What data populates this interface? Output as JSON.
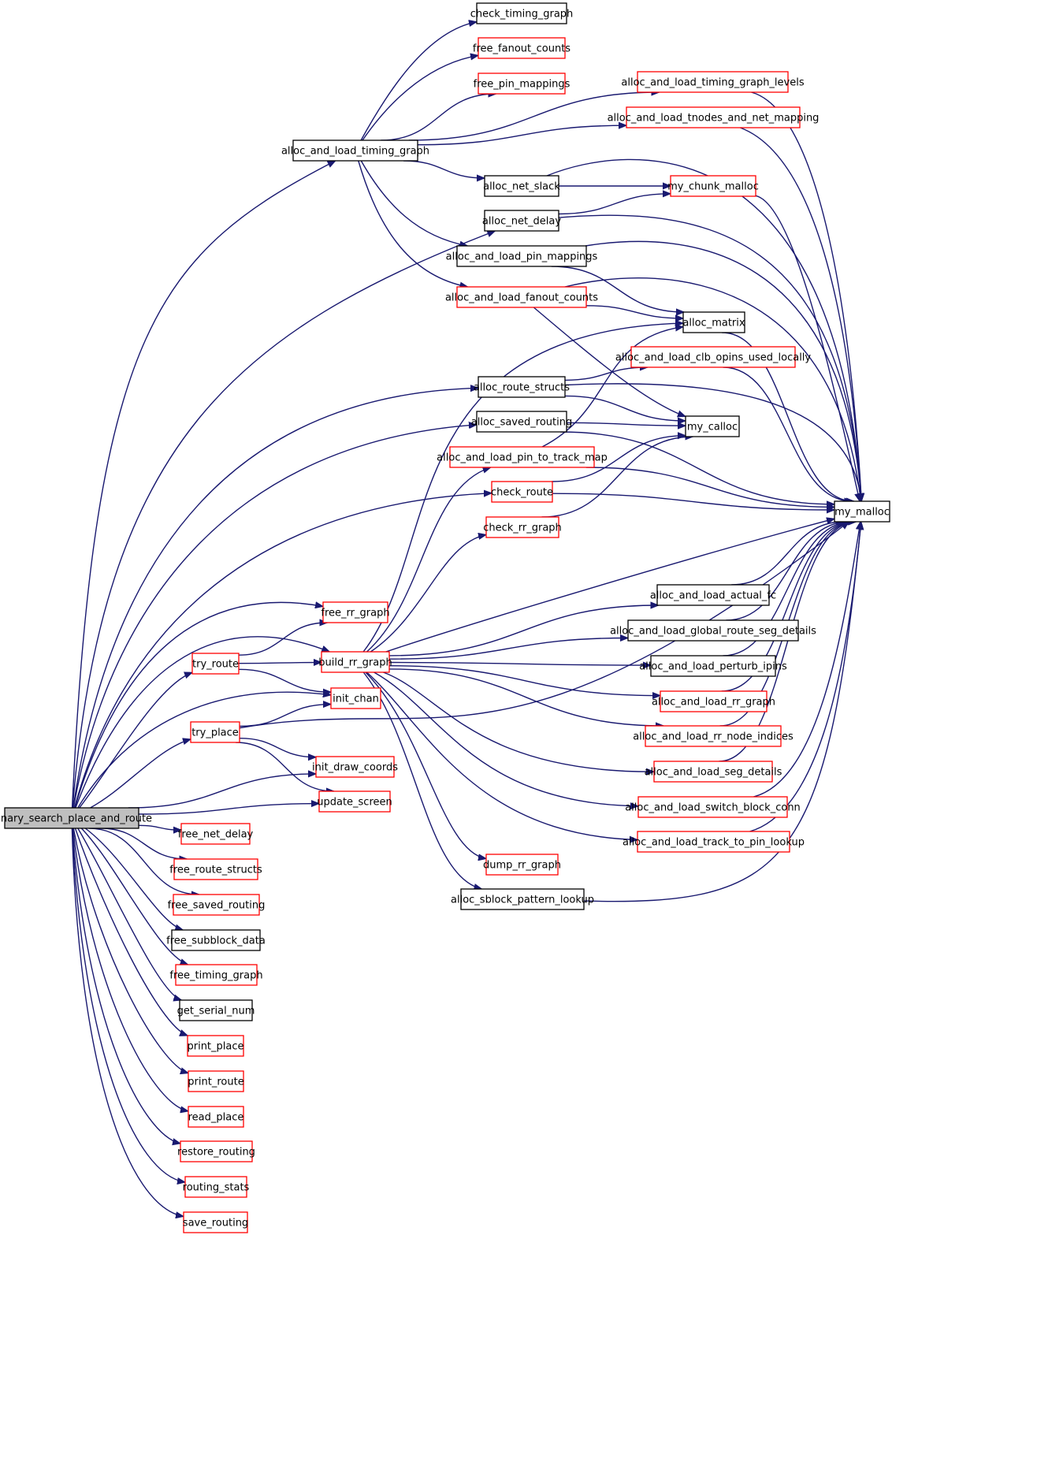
{
  "diagram": {
    "colors": {
      "edge": "#191970",
      "node_fill": "#ffffff",
      "root_fill": "#bfbfbf",
      "border_documented": "#000000",
      "border_undocumented": "#ff0000"
    },
    "nodes": {
      "root": {
        "label": "binary_search_place_and_route",
        "border": "black",
        "root": true
      },
      "alloc_and_load_timing_graph": {
        "label": "alloc_and_load_timing_graph",
        "border": "black"
      },
      "check_timing_graph": {
        "label": "check_timing_graph",
        "border": "black"
      },
      "free_fanout_counts": {
        "label": "free_fanout_counts",
        "border": "red"
      },
      "free_pin_mappings": {
        "label": "free_pin_mappings",
        "border": "red"
      },
      "alloc_and_load_timing_graph_levels": {
        "label": "alloc_and_load_timing_graph_levels",
        "border": "red"
      },
      "alloc_and_load_tnodes_and_net_mapping": {
        "label": "alloc_and_load_tnodes_and_net_mapping",
        "border": "red"
      },
      "alloc_net_slack": {
        "label": "alloc_net_slack",
        "border": "black"
      },
      "my_chunk_malloc": {
        "label": "my_chunk_malloc",
        "border": "red"
      },
      "alloc_net_delay": {
        "label": "alloc_net_delay",
        "border": "black"
      },
      "alloc_and_load_pin_mappings": {
        "label": "alloc_and_load_pin_mappings",
        "border": "black"
      },
      "alloc_and_load_fanout_counts": {
        "label": "alloc_and_load_fanout_counts",
        "border": "red"
      },
      "alloc_matrix": {
        "label": "alloc_matrix",
        "border": "black"
      },
      "alloc_and_load_clb_opins_used_locally": {
        "label": "alloc_and_load_clb_opins_used_locally",
        "border": "red"
      },
      "alloc_route_structs": {
        "label": "alloc_route_structs",
        "border": "black"
      },
      "alloc_saved_routing": {
        "label": "alloc_saved_routing",
        "border": "black"
      },
      "my_calloc": {
        "label": "my_calloc",
        "border": "black"
      },
      "alloc_and_load_pin_to_track_map": {
        "label": "alloc_and_load_pin_to_track_map",
        "border": "red"
      },
      "check_route": {
        "label": "check_route",
        "border": "red"
      },
      "my_malloc": {
        "label": "my_malloc",
        "border": "black"
      },
      "check_rr_graph": {
        "label": "check_rr_graph",
        "border": "red"
      },
      "alloc_and_load_actual_fc": {
        "label": "alloc_and_load_actual_fc",
        "border": "black"
      },
      "free_rr_graph": {
        "label": "free_rr_graph",
        "border": "red"
      },
      "alloc_and_load_global_route_seg_details": {
        "label": "alloc_and_load_global_route_seg_details",
        "border": "black"
      },
      "try_route": {
        "label": "try_route",
        "border": "red"
      },
      "build_rr_graph": {
        "label": "build_rr_graph",
        "border": "red"
      },
      "alloc_and_load_perturb_ipins": {
        "label": "alloc_and_load_perturb_ipins",
        "border": "black"
      },
      "init_chan": {
        "label": "init_chan",
        "border": "red"
      },
      "alloc_and_load_rr_graph": {
        "label": "alloc_and_load_rr_graph",
        "border": "red"
      },
      "try_place": {
        "label": "try_place",
        "border": "red"
      },
      "alloc_and_load_rr_node_indices": {
        "label": "alloc_and_load_rr_node_indices",
        "border": "red"
      },
      "init_draw_coords": {
        "label": "init_draw_coords",
        "border": "red"
      },
      "alloc_and_load_seg_details": {
        "label": "alloc_and_load_seg_details",
        "border": "red"
      },
      "update_screen": {
        "label": "update_screen",
        "border": "red"
      },
      "alloc_and_load_switch_block_conn": {
        "label": "alloc_and_load_switch_block_conn",
        "border": "red"
      },
      "free_net_delay": {
        "label": "free_net_delay",
        "border": "red"
      },
      "alloc_and_load_track_to_pin_lookup": {
        "label": "alloc_and_load_track_to_pin_lookup",
        "border": "red"
      },
      "dump_rr_graph": {
        "label": "dump_rr_graph",
        "border": "red"
      },
      "free_route_structs": {
        "label": "free_route_structs",
        "border": "red"
      },
      "alloc_sblock_pattern_lookup": {
        "label": "alloc_sblock_pattern_lookup",
        "border": "black"
      },
      "free_saved_routing": {
        "label": "free_saved_routing",
        "border": "red"
      },
      "free_subblock_data": {
        "label": "free_subblock_data",
        "border": "black"
      },
      "free_timing_graph": {
        "label": "free_timing_graph",
        "border": "red"
      },
      "get_serial_num": {
        "label": "get_serial_num",
        "border": "black"
      },
      "print_place": {
        "label": "print_place",
        "border": "red"
      },
      "print_route": {
        "label": "print_route",
        "border": "red"
      },
      "read_place": {
        "label": "read_place",
        "border": "red"
      },
      "restore_routing": {
        "label": "restore_routing",
        "border": "red"
      },
      "routing_stats": {
        "label": "routing_stats",
        "border": "red"
      },
      "save_routing": {
        "label": "save_routing",
        "border": "red"
      }
    },
    "edges": [
      [
        "root",
        "alloc_and_load_timing_graph"
      ],
      [
        "root",
        "alloc_net_delay"
      ],
      [
        "root",
        "alloc_route_structs"
      ],
      [
        "root",
        "alloc_saved_routing"
      ],
      [
        "root",
        "check_route"
      ],
      [
        "root",
        "free_rr_graph"
      ],
      [
        "root",
        "build_rr_graph"
      ],
      [
        "root",
        "init_chan"
      ],
      [
        "root",
        "try_route"
      ],
      [
        "root",
        "try_place"
      ],
      [
        "root",
        "init_draw_coords"
      ],
      [
        "root",
        "update_screen"
      ],
      [
        "root",
        "free_net_delay"
      ],
      [
        "root",
        "free_route_structs"
      ],
      [
        "root",
        "free_saved_routing"
      ],
      [
        "root",
        "free_subblock_data"
      ],
      [
        "root",
        "free_timing_graph"
      ],
      [
        "root",
        "get_serial_num"
      ],
      [
        "root",
        "print_place"
      ],
      [
        "root",
        "print_route"
      ],
      [
        "root",
        "read_place"
      ],
      [
        "root",
        "restore_routing"
      ],
      [
        "root",
        "routing_stats"
      ],
      [
        "root",
        "save_routing"
      ],
      [
        "alloc_and_load_timing_graph",
        "check_timing_graph"
      ],
      [
        "alloc_and_load_timing_graph",
        "free_fanout_counts"
      ],
      [
        "alloc_and_load_timing_graph",
        "free_pin_mappings"
      ],
      [
        "alloc_and_load_timing_graph",
        "alloc_and_load_timing_graph_levels"
      ],
      [
        "alloc_and_load_timing_graph",
        "alloc_and_load_tnodes_and_net_mapping"
      ],
      [
        "alloc_and_load_timing_graph",
        "alloc_net_slack"
      ],
      [
        "alloc_and_load_timing_graph",
        "alloc_and_load_pin_mappings"
      ],
      [
        "alloc_and_load_timing_graph",
        "alloc_and_load_fanout_counts"
      ],
      [
        "alloc_and_load_timing_graph_levels",
        "my_malloc"
      ],
      [
        "alloc_and_load_tnodes_and_net_mapping",
        "my_malloc"
      ],
      [
        "alloc_net_slack",
        "my_chunk_malloc"
      ],
      [
        "alloc_net_slack",
        "my_malloc"
      ],
      [
        "my_chunk_malloc",
        "my_malloc"
      ],
      [
        "alloc_net_delay",
        "my_chunk_malloc"
      ],
      [
        "alloc_net_delay",
        "my_malloc"
      ],
      [
        "alloc_and_load_pin_mappings",
        "alloc_matrix"
      ],
      [
        "alloc_and_load_pin_mappings",
        "my_malloc"
      ],
      [
        "alloc_and_load_fanout_counts",
        "alloc_matrix"
      ],
      [
        "alloc_and_load_fanout_counts",
        "my_malloc"
      ],
      [
        "alloc_and_load_fanout_counts",
        "my_calloc"
      ],
      [
        "alloc_matrix",
        "my_malloc"
      ],
      [
        "alloc_and_load_clb_opins_used_locally",
        "my_malloc"
      ],
      [
        "alloc_route_structs",
        "alloc_and_load_clb_opins_used_locally"
      ],
      [
        "alloc_route_structs",
        "my_calloc"
      ],
      [
        "alloc_route_structs",
        "my_malloc"
      ],
      [
        "alloc_saved_routing",
        "my_calloc"
      ],
      [
        "alloc_saved_routing",
        "my_malloc"
      ],
      [
        "alloc_and_load_pin_to_track_map",
        "alloc_matrix"
      ],
      [
        "alloc_and_load_pin_to_track_map",
        "my_malloc"
      ],
      [
        "check_route",
        "my_calloc"
      ],
      [
        "check_route",
        "my_malloc"
      ],
      [
        "check_rr_graph",
        "my_calloc"
      ],
      [
        "alloc_and_load_actual_fc",
        "my_malloc"
      ],
      [
        "alloc_and_load_global_route_seg_details",
        "my_malloc"
      ],
      [
        "alloc_and_load_perturb_ipins",
        "my_malloc"
      ],
      [
        "alloc_and_load_rr_graph",
        "my_malloc"
      ],
      [
        "alloc_and_load_rr_node_indices",
        "my_malloc"
      ],
      [
        "alloc_and_load_seg_details",
        "my_malloc"
      ],
      [
        "alloc_and_load_switch_block_conn",
        "my_malloc"
      ],
      [
        "alloc_and_load_track_to_pin_lookup",
        "my_malloc"
      ],
      [
        "alloc_sblock_pattern_lookup",
        "my_malloc"
      ],
      [
        "try_route",
        "free_rr_graph"
      ],
      [
        "try_route",
        "build_rr_graph"
      ],
      [
        "try_route",
        "init_chan"
      ],
      [
        "try_place",
        "init_chan"
      ],
      [
        "try_place",
        "init_draw_coords"
      ],
      [
        "try_place",
        "update_screen"
      ],
      [
        "try_place",
        "my_malloc"
      ],
      [
        "build_rr_graph",
        "alloc_matrix"
      ],
      [
        "build_rr_graph",
        "alloc_and_load_pin_to_track_map"
      ],
      [
        "build_rr_graph",
        "check_rr_graph"
      ],
      [
        "build_rr_graph",
        "my_malloc"
      ],
      [
        "build_rr_graph",
        "alloc_and_load_actual_fc"
      ],
      [
        "build_rr_graph",
        "alloc_and_load_global_route_seg_details"
      ],
      [
        "build_rr_graph",
        "alloc_and_load_perturb_ipins"
      ],
      [
        "build_rr_graph",
        "alloc_and_load_rr_graph"
      ],
      [
        "build_rr_graph",
        "alloc_and_load_rr_node_indices"
      ],
      [
        "build_rr_graph",
        "alloc_and_load_seg_details"
      ],
      [
        "build_rr_graph",
        "alloc_and_load_switch_block_conn"
      ],
      [
        "build_rr_graph",
        "alloc_and_load_track_to_pin_lookup"
      ],
      [
        "build_rr_graph",
        "dump_rr_graph"
      ],
      [
        "build_rr_graph",
        "alloc_sblock_pattern_lookup"
      ]
    ]
  }
}
